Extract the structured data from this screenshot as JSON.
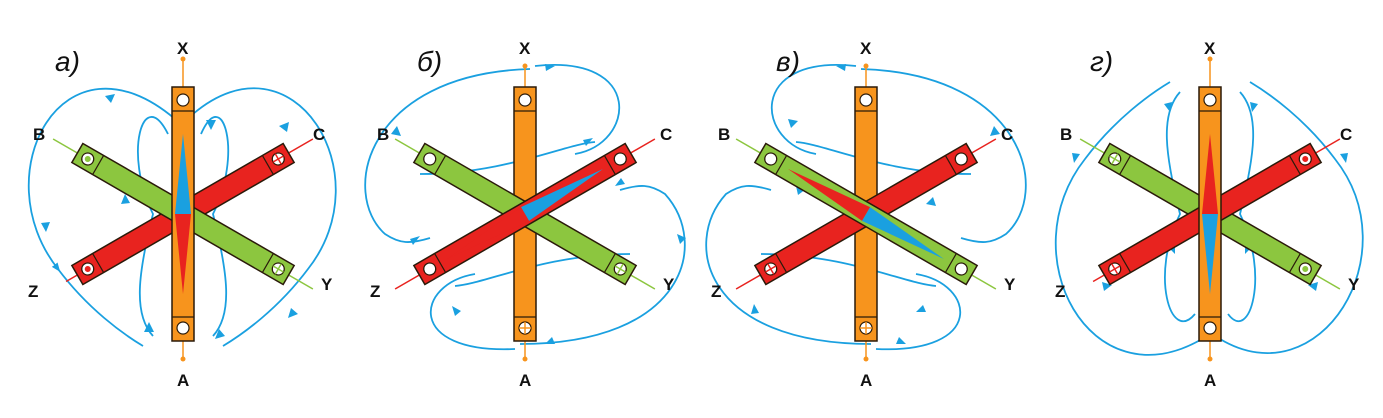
{
  "colors": {
    "field_line": "#1aa0e0",
    "bar_x": "#f7941d",
    "bar_bc": "#e8231f",
    "bar_by": "#8cc63f",
    "needle_blue": "#1aa0e0",
    "needle_red": "#e8231f",
    "outline": "#2a1a0a"
  },
  "panels": [
    {
      "label": "а)",
      "terminals": {
        "x": "X",
        "a": "A",
        "b": "B",
        "c": "C",
        "y": "Y",
        "z": "Z"
      }
    },
    {
      "label": "б)",
      "terminals": {
        "x": "X",
        "a": "A",
        "b": "B",
        "c": "C",
        "y": "Y",
        "z": "Z"
      }
    },
    {
      "label": "в)",
      "terminals": {
        "x": "X",
        "a": "A",
        "b": "B",
        "c": "C",
        "y": "Y",
        "z": "Z"
      }
    },
    {
      "label": "г)",
      "terminals": {
        "x": "X",
        "a": "A",
        "b": "B",
        "c": "C",
        "y": "Y",
        "z": "Z"
      }
    }
  ]
}
